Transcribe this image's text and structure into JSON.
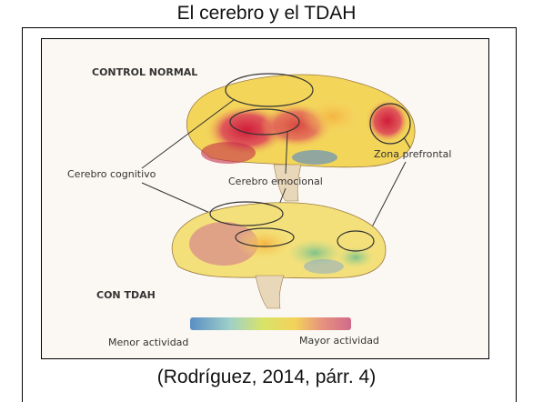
{
  "title": "El cerebro y el TDAH",
  "figure": {
    "control_label": "CONTROL NORMAL",
    "tdah_label": "CON TDAH",
    "label_cognitive": "Cerebro cognitivo",
    "label_emotional": "Cerebro emocional",
    "label_prefrontal": "Zona prefrontal",
    "legend_low": "Menor actividad",
    "legend_high": "Mayor actividad",
    "colors": {
      "high": "#d8203a",
      "mid": "#f0d24a",
      "low": "#4a8fc8"
    }
  },
  "caption": "(Rodríguez, 2014, párr. 4)"
}
